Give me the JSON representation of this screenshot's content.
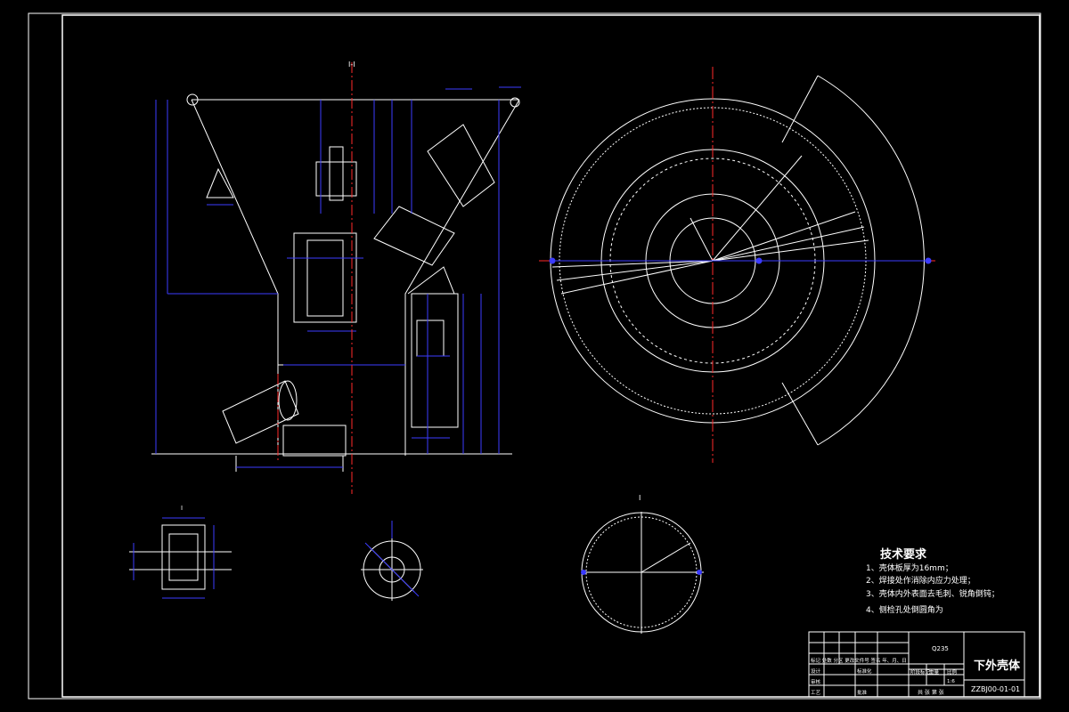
{
  "drawing": {
    "title": "下外壳体",
    "drawing_number": "ZZBJ00-01-01",
    "material": "Q235",
    "tech_requirements": {
      "heading": "技术要求",
      "items": [
        "1、壳体板厚为16mm；",
        "2、焊接处作消除内应力处理；",
        "3、壳体内外表面去毛刺、锐角倒钝；",
        "4、侧检孔处倒圆角为"
      ]
    },
    "title_block": {
      "row1": "标记 处数  分区  更改文件号  签名  年、月、日",
      "row2a": "设计",
      "row2b": "标准化",
      "row3a": "阶段标记",
      "row3b": "重量",
      "row3c": "比例",
      "scale": "1:6",
      "row4a": "审核",
      "row5a": "工艺",
      "row5b": "批准",
      "sheet": "共 张  第 张"
    },
    "view_labels": {
      "section_top": "I-I",
      "detail_small": "I",
      "detail_circle": "I"
    }
  },
  "colors": {
    "line": "#ffffff",
    "dim": "#3b3bff",
    "center": "#ff2a2a",
    "hatch": "#ffffff",
    "background": "#000000"
  }
}
